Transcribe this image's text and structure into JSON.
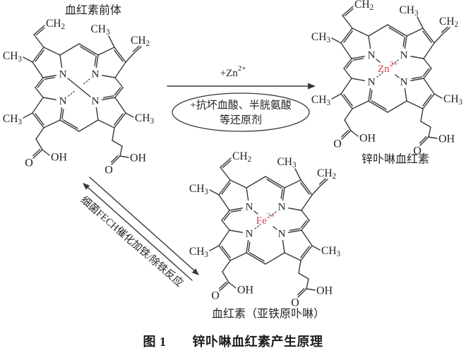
{
  "figure_caption": "图 1　　锌卟啉血红素产生原理",
  "colors": {
    "bond": "#383838",
    "text": "#232323",
    "metal": "#e13a4b"
  },
  "atom_labels": {
    "nitrogen": "N",
    "vinyl": {
      "t": "CH",
      "sub": "2"
    },
    "methyl": {
      "t": "CH",
      "sub": "3"
    },
    "oxygen": "O",
    "hydroxyl": "OH"
  },
  "structures": [
    {
      "name": "heme-precursor",
      "title": "血红素前体",
      "title_position": "above",
      "metal": null
    },
    {
      "name": "zinc-protoporphyrin-heme",
      "title": "锌卟啉血红素",
      "title_position": "below",
      "metal": {
        "t": "Zn",
        "sup": "2+"
      }
    },
    {
      "name": "heme-ferrous-protoporphyrin",
      "title": "血红素（亚铁原卟啉）",
      "title_position": "below",
      "metal": {
        "t": "Fe",
        "sup": "2+"
      }
    }
  ],
  "forward_reaction": {
    "above_arrow": {
      "t": "+Zn",
      "sup": "2+"
    },
    "conditions": [
      "+抗坏血酸、半胱氨酸",
      "等还原剂"
    ]
  },
  "reverse_reaction": {
    "label": "细菌FECH催化加铁/除铁反应"
  }
}
